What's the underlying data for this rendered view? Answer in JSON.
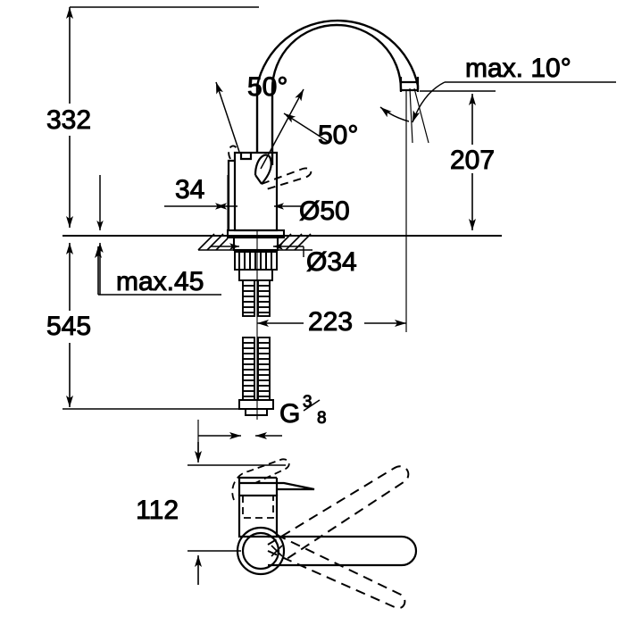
{
  "drawing": {
    "type": "technical-dimension-drawing",
    "subject": "single-lever kitchen sink mixer faucet with C-shaped swivel spout",
    "units": "mm",
    "line_color": "#000000",
    "background_color": "#ffffff",
    "views": [
      {
        "name": "front-elevation",
        "description": "faucet shown from front with counter line, arc spout, lever handle and flexible supply hoses"
      },
      {
        "name": "top-plan-view",
        "description": "plan view of spout swivel range with dashed extreme positions"
      }
    ]
  },
  "dimensions": {
    "height_above_counter": "332",
    "height_below_counter": "545",
    "spout_outlet_height": "207",
    "spout_reach": "223",
    "handle_clearance_behind": "34",
    "counter_thickness_max": "max.45",
    "handle_offset_plan": "112",
    "body_diameter": "Ø50",
    "shank_diameter": "Ø34",
    "swivel_tilt": "max. 10°",
    "handle_angle_left": "50°",
    "handle_angle_right": "50°",
    "thread_letter": "G",
    "thread_numerator": "3",
    "thread_denominator": "8"
  },
  "labels": [
    {
      "id": "dim-332",
      "text": "332"
    },
    {
      "id": "dim-545",
      "text": "545"
    },
    {
      "id": "dim-207",
      "text": "207"
    },
    {
      "id": "dim-223",
      "text": "223"
    },
    {
      "id": "dim-34",
      "text": "34"
    },
    {
      "id": "dim-max45",
      "text": "max.45"
    },
    {
      "id": "dim-112",
      "text": "112"
    },
    {
      "id": "dim-d50",
      "text": "Ø50"
    },
    {
      "id": "dim-d34",
      "text": "Ø34"
    },
    {
      "id": "dim-max10",
      "text": "max. 10°"
    },
    {
      "id": "angle-50-left",
      "text": "50°"
    },
    {
      "id": "angle-50-right",
      "text": "50°"
    },
    {
      "id": "thread-g38",
      "text": "G 3/8"
    }
  ]
}
